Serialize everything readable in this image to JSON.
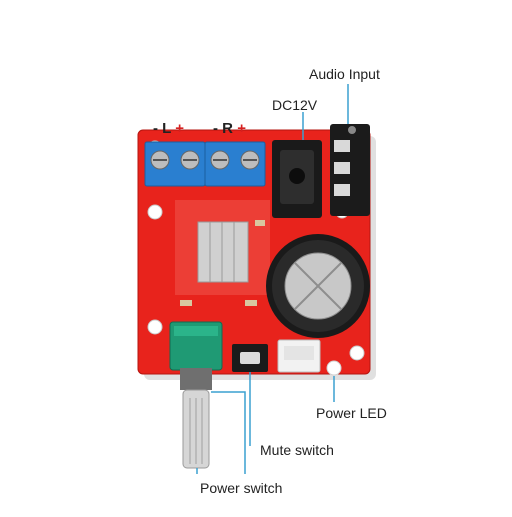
{
  "polarity": {
    "left": {
      "minus": "-",
      "letter": "L",
      "plus": "+"
    },
    "right": {
      "minus": "-",
      "letter": "R",
      "plus": "+"
    }
  },
  "callouts": {
    "audio_input": "Audio Input",
    "dc12v": "DC12V",
    "power_led": "Power LED",
    "mute_switch": "Mute switch",
    "power_switch": "Power switch"
  },
  "colors": {
    "pcb": "#e8231c",
    "terminal": "#2a7fd0",
    "pot": "#1f9a74",
    "leader": "#3aa0d0",
    "text": "#222222",
    "plus": "#d62020"
  }
}
